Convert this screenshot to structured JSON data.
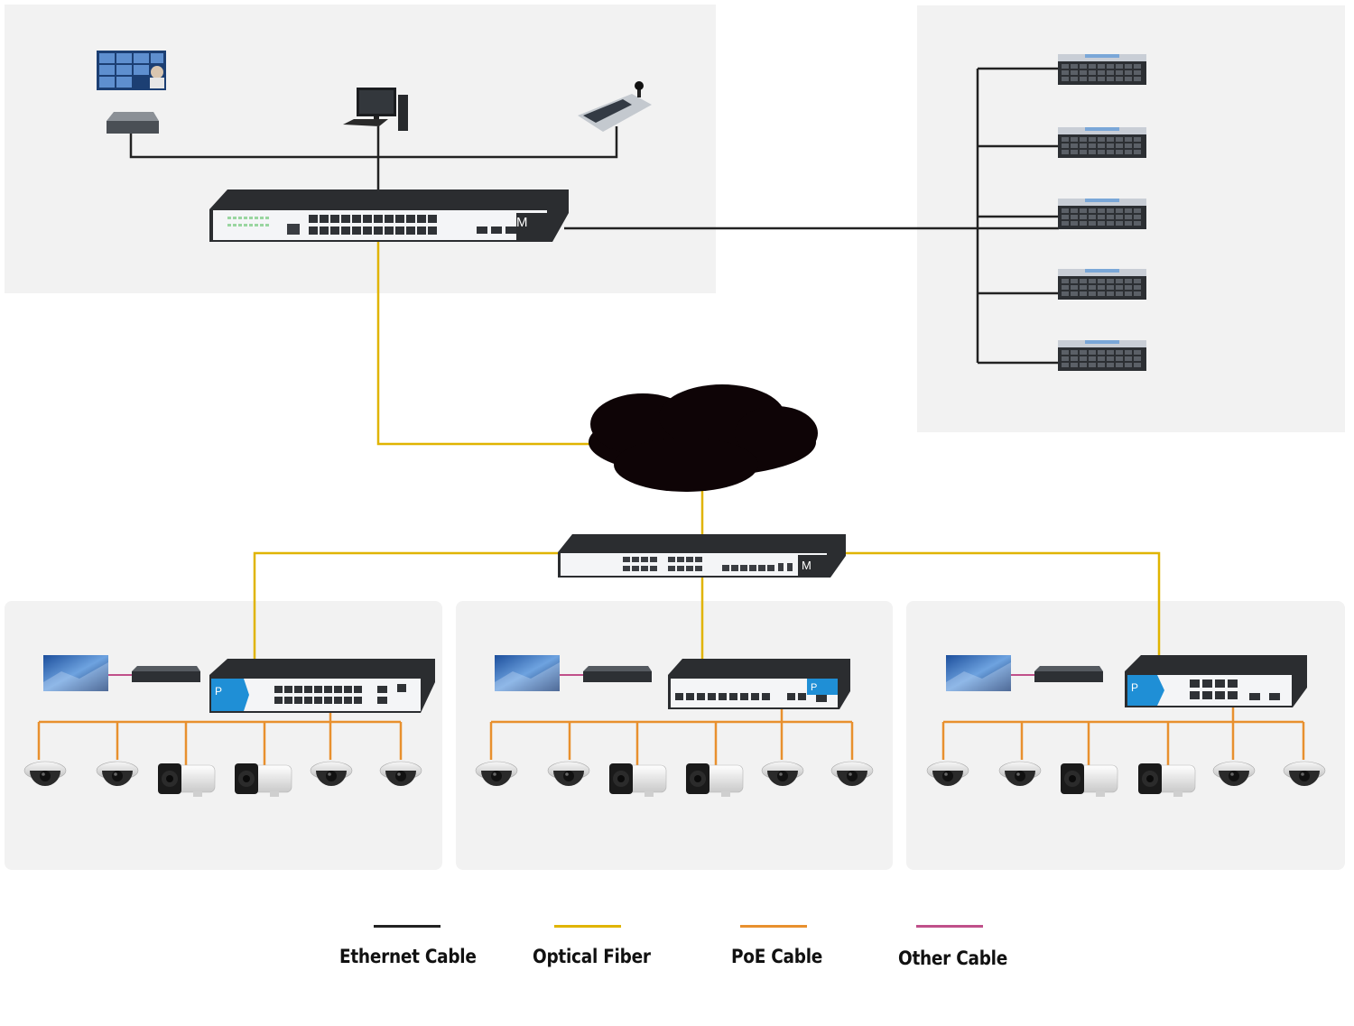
{
  "colors": {
    "ethernet": "#222222",
    "optical_fiber": "#e0b400",
    "poe": "#e8902e",
    "other": "#c0508a",
    "panel_bg": "#f2f2f2",
    "cloud": "#0e0406",
    "switch_body": "#2b2d30",
    "switch_face": "#f4f5f7",
    "pse_accent": "#1f8fd6"
  },
  "devices": {
    "video_wall": "video-wall-monitor",
    "decoder": "decoder-unit",
    "workstation": "pc-workstation",
    "keyboard": "ptz-joystick-keyboard",
    "core_switch": "managed-switch",
    "storage": [
      "nvr-storage",
      "nvr-storage",
      "nvr-storage",
      "nvr-storage",
      "nvr-storage"
    ],
    "cloud": "network-cloud",
    "aggregation_switch": "managed-aggregation-switch",
    "sites": [
      {
        "switch": "poe-switch-24",
        "cameras": [
          "dome",
          "dome",
          "bullet",
          "bullet",
          "dome",
          "dome"
        ]
      },
      {
        "switch": "poe-switch-16",
        "cameras": [
          "dome",
          "dome",
          "bullet",
          "bullet",
          "dome",
          "dome"
        ]
      },
      {
        "switch": "poe-switch-8",
        "cameras": [
          "dome",
          "dome",
          "bullet",
          "bullet",
          "dome",
          "dome"
        ]
      }
    ]
  },
  "switch_labels": {
    "managed": "M",
    "poe": "P"
  },
  "legend": {
    "ethernet_label": "Ethernet Cable",
    "fiber_label": "Optical Fiber",
    "poe_label": "PoE Cable",
    "other_label": "Other Cable"
  }
}
